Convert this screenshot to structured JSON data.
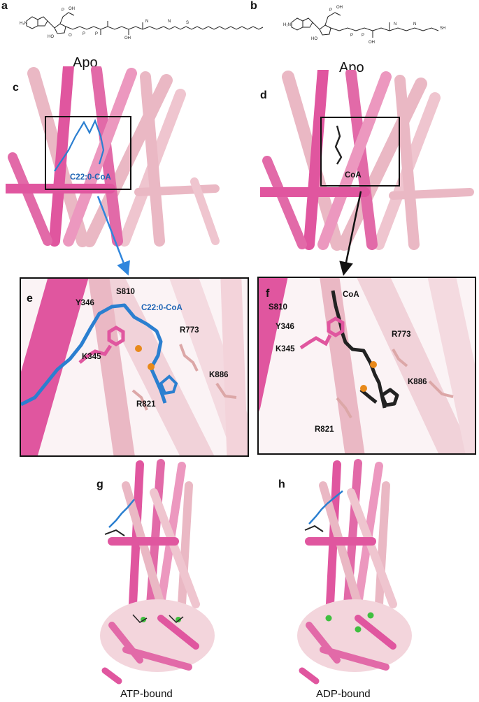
{
  "panels": {
    "a": {
      "letter": "a",
      "ligand": "C22:0-CoA"
    },
    "b": {
      "letter": "b",
      "ligand": "CoA"
    },
    "c": {
      "letter": "c",
      "title": "Apo",
      "box_label": "C22:0-CoA"
    },
    "d": {
      "letter": "d",
      "title": "Apo",
      "box_label": "CoA"
    },
    "e": {
      "letter": "e",
      "residues": [
        "Y346",
        "S810",
        "C22:0-CoA",
        "R773",
        "K345",
        "K886",
        "R821"
      ]
    },
    "f": {
      "letter": "f",
      "residues": [
        "CoA",
        "S810",
        "Y346",
        "R773",
        "K345",
        "K886",
        "R821"
      ]
    },
    "g": {
      "letter": "g",
      "caption": "ATP-bound"
    },
    "h": {
      "letter": "h",
      "caption": "ADP-bound"
    }
  },
  "colors": {
    "helix_dark": "#e0569f",
    "helix_light": "#eab8c4",
    "ligand_blue": "#2b7fd0",
    "ligand_black": "#222222",
    "phosphorus_orange": "#e8891a",
    "magnesium_green": "#3fbf3f",
    "arrow_blue": "#2f86dd",
    "arrow_black": "#111111"
  }
}
